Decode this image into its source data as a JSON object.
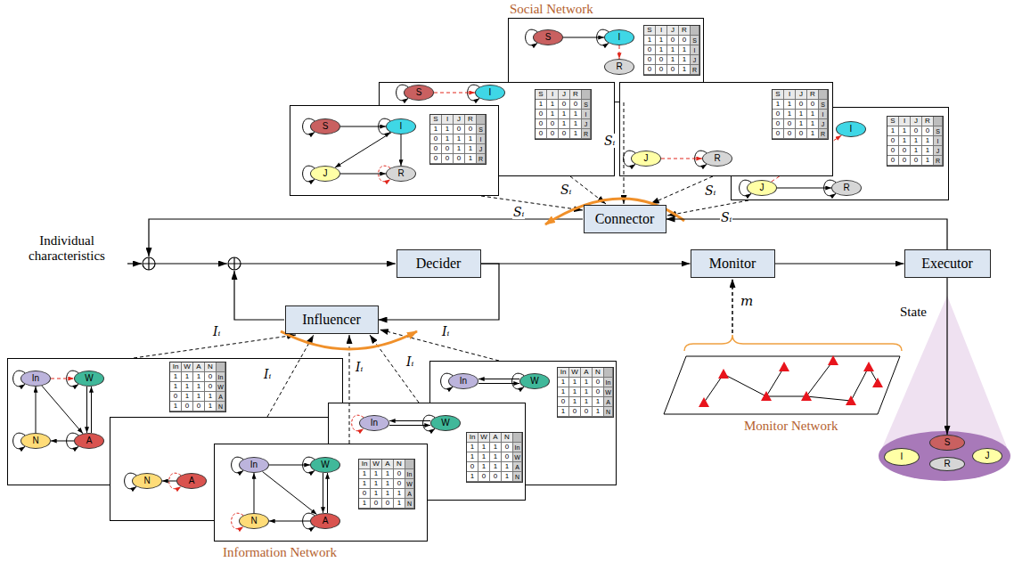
{
  "diagram": {
    "nodes": [
      {
        "text": [
          "S"
        ]
      },
      {
        "text": [
          "I"
        ]
      },
      {
        "text": [
          "R"
        ]
      },
      {
        "text": [
          "S"
        ]
      },
      {
        "text": [
          "I"
        ]
      },
      {
        "text": [
          "J"
        ]
      },
      {
        "text": [
          "R"
        ]
      },
      {
        "text": [
          "S"
        ]
      },
      {
        "text": [
          "I"
        ]
      },
      {
        "text": [
          "J"
        ]
      },
      {
        "text": [
          "R"
        ]
      },
      {
        "text": [
          "I"
        ]
      },
      {
        "text": [
          "J"
        ]
      },
      {
        "text": [
          "R"
        ]
      },
      {
        "text": [
          "Connector"
        ]
      },
      {
        "text": [
          "Decider"
        ]
      },
      {
        "text": [
          "Influencer"
        ]
      },
      {
        "text": [
          "Monitor"
        ]
      },
      {
        "text": [
          "Executor"
        ]
      },
      {
        "text": [
          "S"
        ]
      },
      {
        "text": [
          "I"
        ]
      },
      {
        "text": [
          "R"
        ]
      },
      {
        "text": [
          "J"
        ]
      },
      {
        "text": [
          "In"
        ]
      },
      {
        "text": [
          "W"
        ]
      },
      {
        "text": [
          "N"
        ]
      },
      {
        "text": [
          "A"
        ]
      },
      {
        "text": [
          "In"
        ]
      },
      {
        "text": [
          "W"
        ]
      },
      {
        "text": [
          "N"
        ]
      },
      {
        "text": [
          "A"
        ]
      },
      {
        "text": [
          "In"
        ]
      },
      {
        "text": [
          "W"
        ]
      },
      {
        "text": [
          "In"
        ]
      },
      {
        "text": [
          "W"
        ]
      },
      {
        "text": [
          "N"
        ]
      },
      {
        "text": [
          "A"
        ]
      }
    ],
    "edges": [
      {
        "from": 0,
        "to": 1,
        "arrow": "to"
      },
      {
        "from": 1,
        "to": 2,
        "arrow": "to"
      },
      {
        "from": 3,
        "to": 4,
        "arrow": "to"
      },
      {
        "from": 5,
        "to": 6,
        "arrow": "to"
      },
      {
        "from": 7,
        "to": 8,
        "arrow": "to"
      },
      {
        "from": 8,
        "to": 9,
        "arrow": "to"
      },
      {
        "from": 8,
        "to": 10,
        "arrow": "to"
      },
      {
        "from": 9,
        "to": 10,
        "arrow": "to"
      },
      {
        "from": 12,
        "to": 13,
        "arrow": "to"
      },
      {
        "from": 12,
        "to": 11,
        "arrow": "to"
      },
      {
        "from": 15,
        "to": 17,
        "arrow": "to"
      },
      {
        "from": 17,
        "to": 18,
        "arrow": "to"
      },
      {
        "from": 18,
        "to": 14,
        "arrow": "to"
      },
      {
        "from": 15,
        "to": 16,
        "arrow": "to"
      },
      {
        "from": 18,
        "to": 19,
        "label": "State",
        "arrow": "to"
      },
      {
        "from": 23,
        "to": 24,
        "arrow": "to"
      },
      {
        "from": 24,
        "to": 26,
        "arrow": "to"
      },
      {
        "from": 26,
        "to": 24,
        "arrow": "to"
      },
      {
        "from": 23,
        "to": 26,
        "arrow": "to"
      },
      {
        "from": 26,
        "to": 25,
        "arrow": "to"
      },
      {
        "from": 25,
        "to": 23,
        "arrow": "to"
      },
      {
        "from": 27,
        "to": 28,
        "arrow": "to"
      },
      {
        "from": 28,
        "to": 27,
        "arrow": "to"
      },
      {
        "from": 30,
        "to": 29,
        "arrow": "to"
      },
      {
        "from": 31,
        "to": 32,
        "arrow": "to"
      },
      {
        "from": 32,
        "to": 31,
        "arrow": "to"
      },
      {
        "from": 33,
        "to": 34,
        "arrow": "to"
      },
      {
        "from": 34,
        "to": 36,
        "arrow": "to"
      },
      {
        "from": 36,
        "to": 34,
        "arrow": "to"
      },
      {
        "from": 33,
        "to": 36,
        "arrow": "to"
      },
      {
        "from": 36,
        "to": 35,
        "arrow": "to"
      },
      {
        "from": 35,
        "to": 33,
        "arrow": "to"
      }
    ],
    "labels": [
      "Individual characteristics",
      "Sᵢ",
      "Sᵢ",
      "Sᵢ",
      "Sᵢ",
      "Sᵢ",
      "Iᵢ",
      "Iᵢ",
      "Iᵢ",
      "Iᵢ",
      "Iᵢ",
      "m",
      "Social Network",
      "Information Network",
      "Monitor Network",
      "S",
      "I",
      "J",
      "R",
      "1",
      "1",
      "0",
      "0",
      "S",
      "0",
      "1",
      "1",
      "1",
      "I",
      "0",
      "0",
      "1",
      "1",
      "J",
      "0",
      "0",
      "0",
      "1",
      "R",
      "S",
      "I",
      "J",
      "R",
      "1",
      "1",
      "0",
      "0",
      "S",
      "0",
      "1",
      "1",
      "1",
      "I",
      "0",
      "0",
      "1",
      "1",
      "J",
      "0",
      "0",
      "0",
      "1",
      "R",
      "S",
      "I",
      "J",
      "R",
      "1",
      "1",
      "0",
      "0",
      "S",
      "0",
      "1",
      "1",
      "1",
      "I",
      "0",
      "0",
      "1",
      "1",
      "J",
      "0",
      "0",
      "0",
      "1",
      "R",
      "S",
      "I",
      "J",
      "R",
      "1",
      "1",
      "0",
      "0",
      "S",
      "0",
      "1",
      "1",
      "1",
      "I",
      "0",
      "0",
      "1",
      "1",
      "J",
      "0",
      "0",
      "0",
      "1",
      "R",
      "S",
      "I",
      "J",
      "R",
      "1",
      "1",
      "0",
      "0",
      "S",
      "0",
      "1",
      "1",
      "1",
      "I",
      "0",
      "0",
      "1",
      "1",
      "J",
      "0",
      "0",
      "0",
      "1",
      "R",
      "In",
      "W",
      "A",
      "N",
      "1",
      "1",
      "1",
      "0",
      "In",
      "1",
      "1",
      "1",
      "0",
      "W",
      "0",
      "1",
      "1",
      "1",
      "A",
      "1",
      "0",
      "0",
      "1",
      "N",
      "In",
      "W",
      "A",
      "N",
      "1",
      "1",
      "1",
      "0",
      "In",
      "1",
      "1",
      "1",
      "0",
      "W",
      "0",
      "1",
      "1",
      "1",
      "A",
      "1",
      "0",
      "0",
      "1",
      "N",
      "In",
      "W",
      "A",
      "N",
      "1",
      "1",
      "1",
      "0",
      "In",
      "1",
      "1",
      "1",
      "0",
      "W",
      "0",
      "1",
      "1",
      "1",
      "A",
      "1",
      "0",
      "0",
      "1",
      "N",
      "In",
      "W",
      "A",
      "N",
      "1",
      "1",
      "1",
      "0",
      "In",
      "1",
      "1",
      "1",
      "0",
      "W",
      "0",
      "1",
      "1",
      "1",
      "A",
      "1",
      "0",
      "0",
      "1",
      "N"
    ]
  }
}
